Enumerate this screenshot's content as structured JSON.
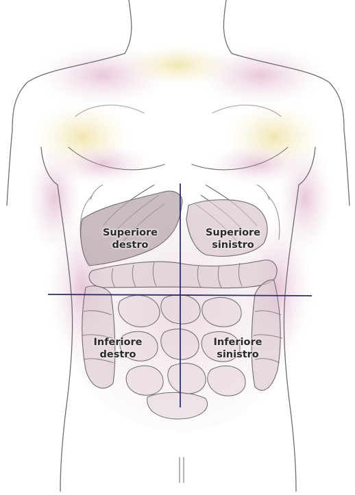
{
  "regions": {
    "upper_right": {
      "line1": "Superiore",
      "line2": "destro"
    },
    "upper_left": {
      "line1": "Superiore",
      "line2": "sinistro"
    },
    "lower_right": {
      "line1": "Inferiore",
      "line2": "destro"
    },
    "lower_left": {
      "line1": "Inferiore",
      "line2": "sinistro"
    }
  },
  "colors": {
    "outline": "#6e6a70",
    "soft_outline": "#b8aab6",
    "shade_pink": "#e6c4d8",
    "shade_yellow": "#efe2a0",
    "organ_fill": "#d9c7cf",
    "liver_fill": "#b8a7ad",
    "quadrant_line": "#2a2f6a"
  }
}
